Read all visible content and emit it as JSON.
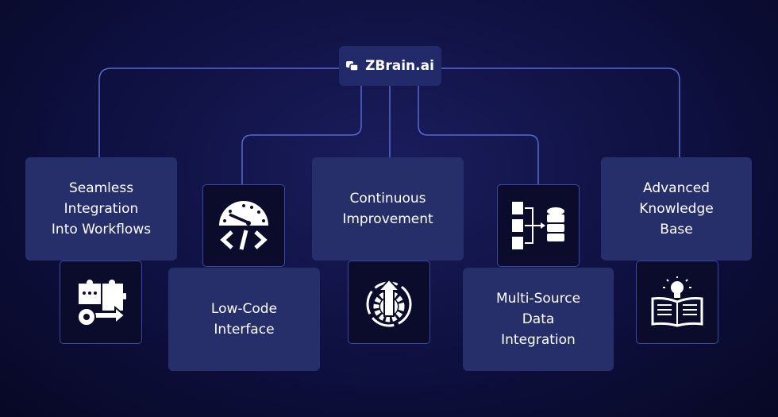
{
  "logo": {
    "text": "ZBrain.ai",
    "icon": "chat-bubbles-icon"
  },
  "features": [
    {
      "label": "Seamless\nIntegration\nInto Workflows",
      "icon": "puzzle-gear-arrow-icon"
    },
    {
      "label": "Low-Code\nInterface",
      "icon": "gauge-code-icon"
    },
    {
      "label": "Continuous\nImprovement",
      "icon": "gear-cycle-arrow-icon"
    },
    {
      "label": "Multi-Source\nData\nIntegration",
      "icon": "documents-database-icon"
    },
    {
      "label": "Advanced\nKnowledge\nBase",
      "icon": "book-lightbulb-icon"
    }
  ],
  "colors": {
    "card": "#272f6b",
    "icon_box": "#0b0c2c",
    "line": "#5a68d0"
  }
}
